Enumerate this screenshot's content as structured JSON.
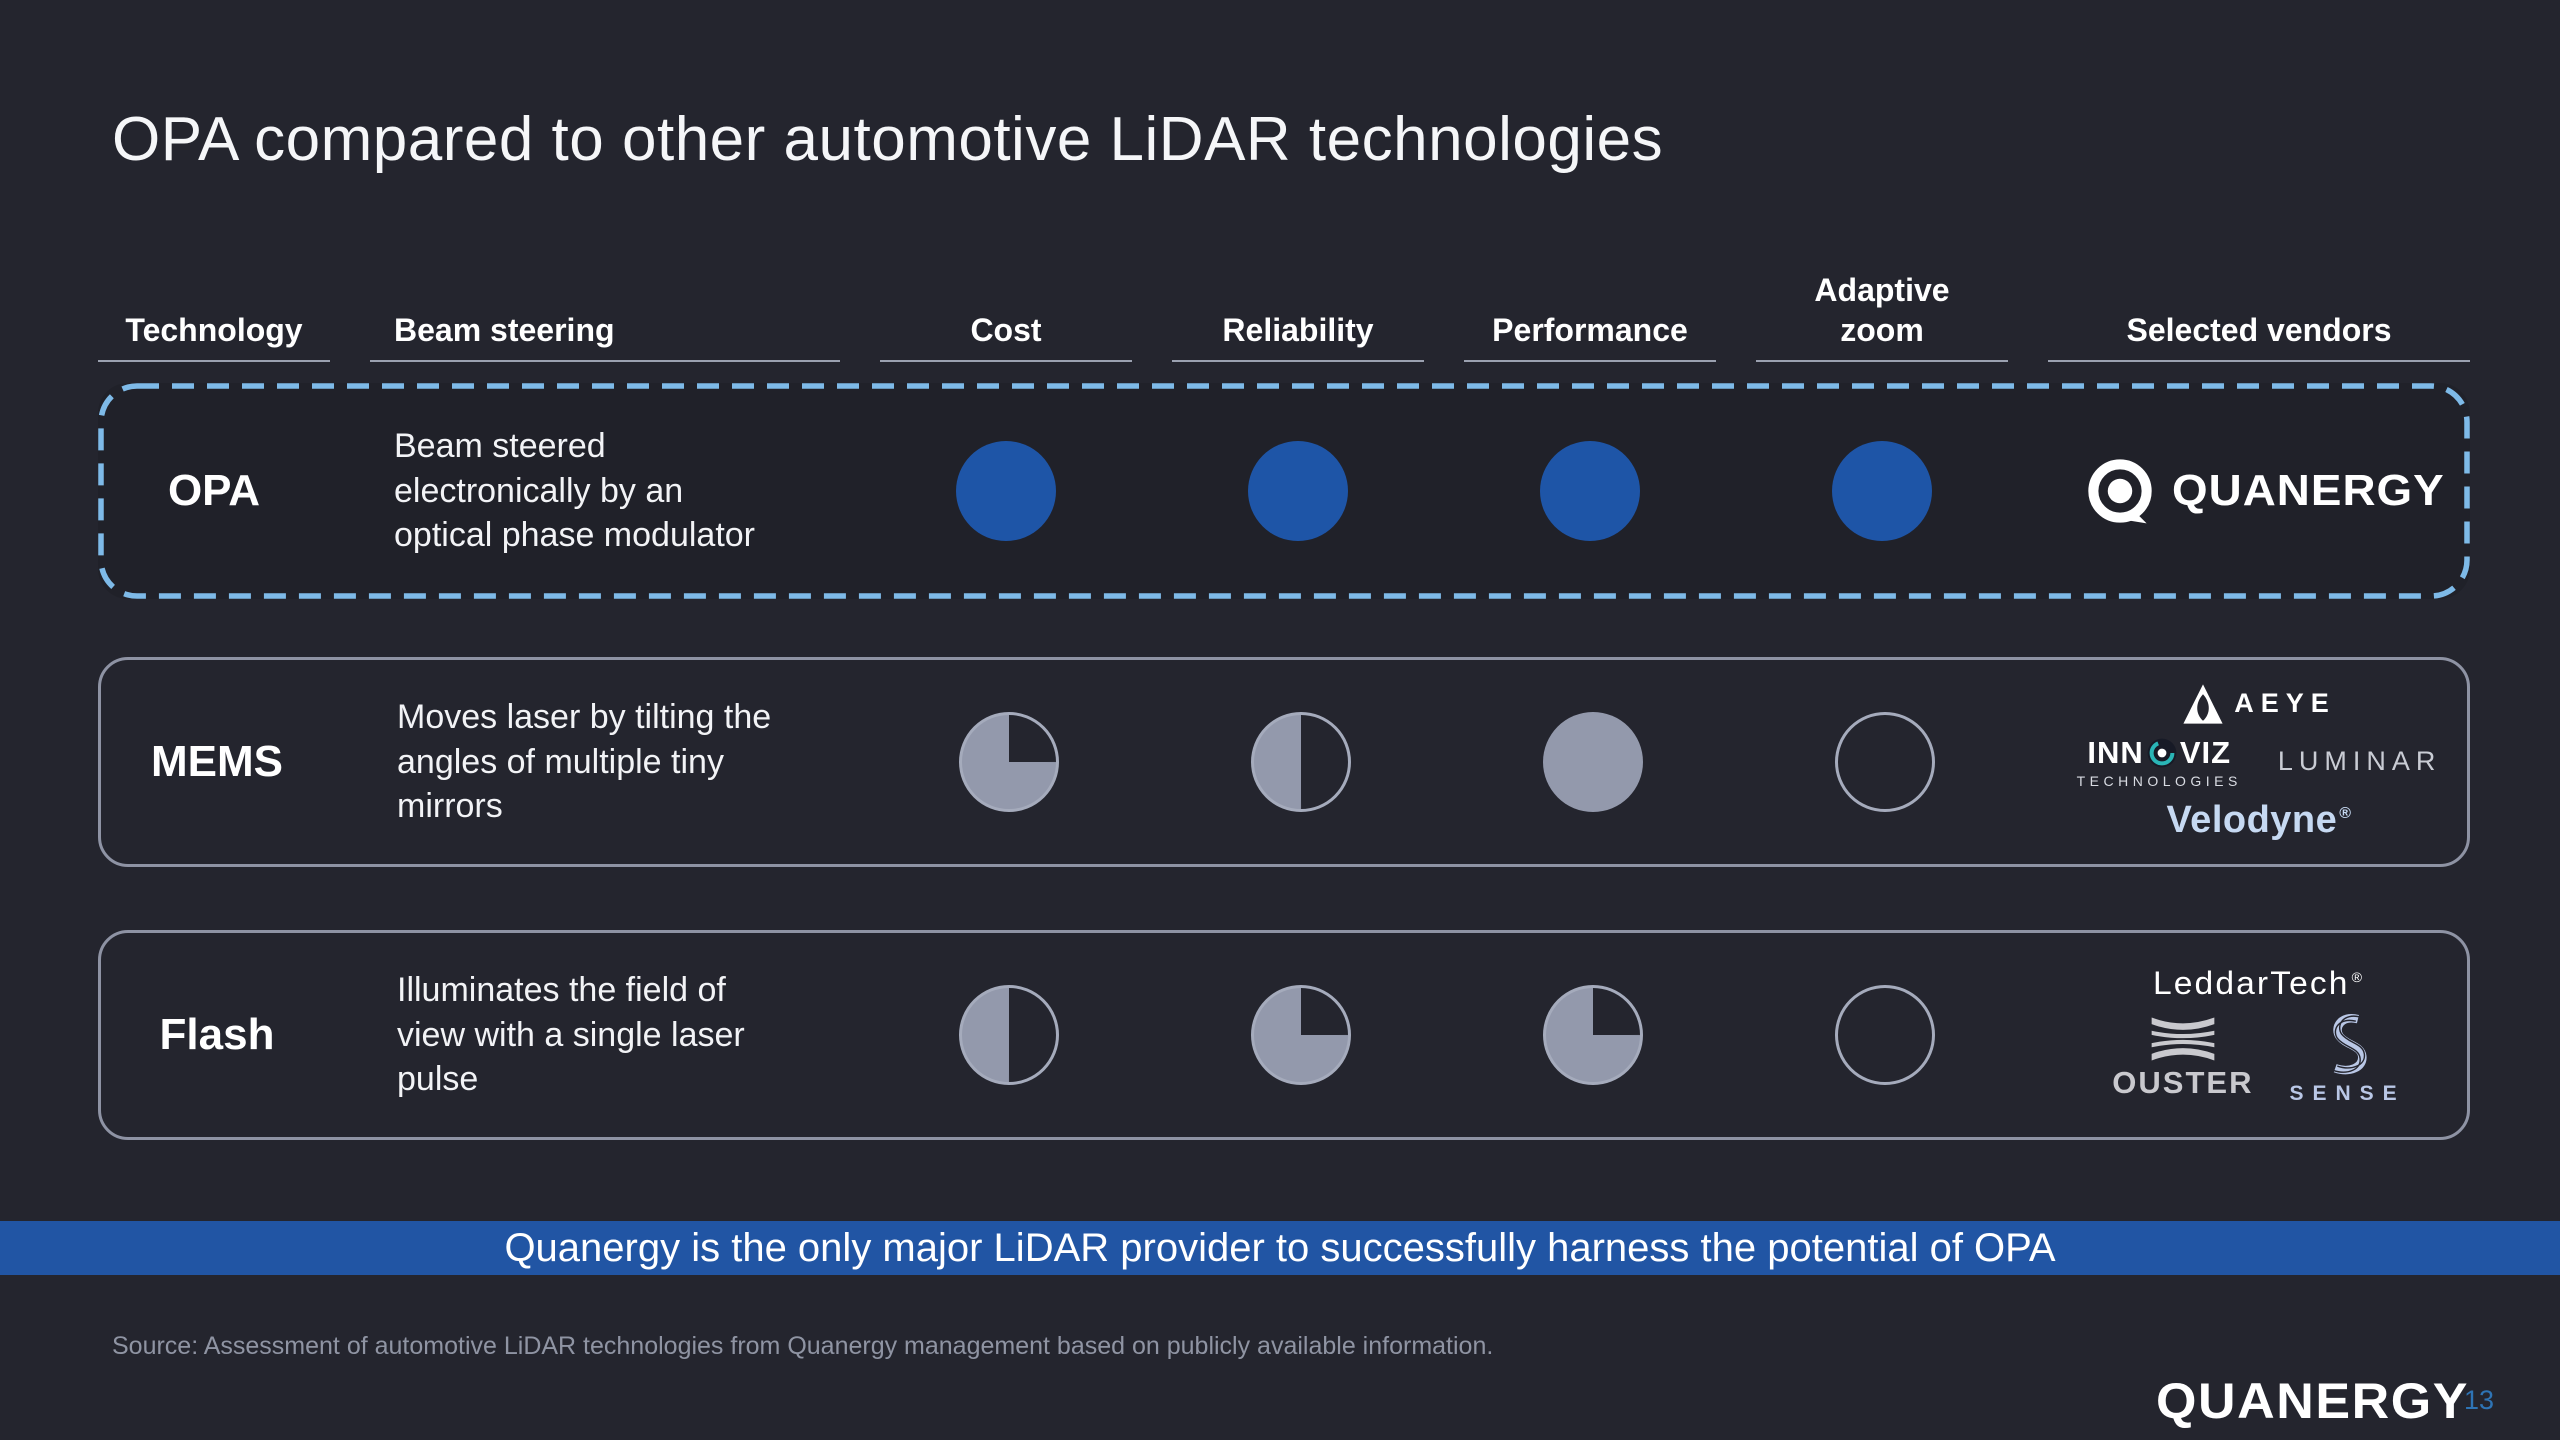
{
  "title": "OPA compared to other automotive LiDAR technologies",
  "columns": [
    "Technology",
    "Beam steering",
    "Cost",
    "Reliability",
    "Performance",
    "Adaptive zoom",
    "Selected vendors"
  ],
  "rows": [
    {
      "tech": "OPA",
      "description": "Beam steered\nelectronically by an\noptical phase modulator",
      "highlighted": true,
      "ratings": {
        "cost": "full",
        "reliability": "full",
        "performance": "full",
        "adaptive_zoom": "full"
      },
      "vendors": {
        "quanergy": "QUANERGY"
      }
    },
    {
      "tech": "MEMS",
      "description": "Moves laser by tilting the\nangles of multiple tiny\nmirrors",
      "highlighted": false,
      "ratings": {
        "cost": "three-quarter",
        "reliability": "half",
        "performance": "full",
        "adaptive_zoom": "empty"
      },
      "vendors": {
        "aeye": "AEYE",
        "innoviz_pre": "INN",
        "innoviz_post": "VIZ",
        "innoviz_sub": "TECHNOLOGIES",
        "luminar": "LUMINAR",
        "velodyne": "Velodyne",
        "velodyne_mark": "®"
      }
    },
    {
      "tech": "Flash",
      "description": "Illuminates the field of\nview with a single laser\npulse",
      "highlighted": false,
      "ratings": {
        "cost": "half",
        "reliability": "three-quarter",
        "performance": "three-quarter",
        "adaptive_zoom": "empty"
      },
      "vendors": {
        "leddartech": "LeddarTech",
        "leddartech_mark": "®",
        "ouster": "OUSTER",
        "sense": "SENSE"
      }
    }
  ],
  "banner": "Quanergy is the only major LiDAR provider to successfully harness the potential of OPA",
  "source": "Source: Assessment of automotive LiDAR technologies from Quanergy management based on publicly available information.",
  "footer": {
    "logo_text": "QUANERGY",
    "page_number": "13"
  },
  "colors": {
    "background": "#24252e",
    "accent_blue": "#1e55a7",
    "banner_blue": "#2155a4",
    "ball_gray": "#9399ac",
    "ball_outline": "#a5abbc",
    "row_border": "#8e93a4",
    "dashed_border": "#7ebae8",
    "page_number_blue": "#2e74b5"
  }
}
